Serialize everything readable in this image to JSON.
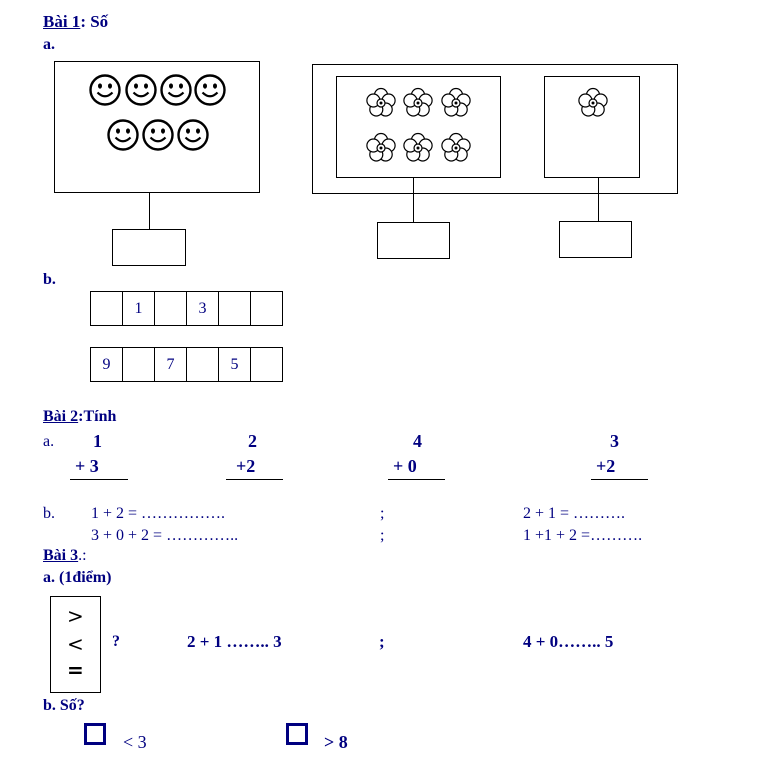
{
  "bai1": {
    "title": "Bài 1",
    "title_suffix": ": Số",
    "part_a": "a.",
    "part_b": "b.",
    "smiley_count": 7,
    "flowers_left_group": 6,
    "flowers_right_group": 1,
    "sequence_rows": [
      [
        "",
        "1",
        "",
        "3",
        "",
        ""
      ],
      [
        "9",
        "",
        "7",
        "",
        "5",
        ""
      ]
    ]
  },
  "bai2": {
    "title": "Bài 2",
    "title_suffix": ":Tính",
    "part_a": "a.",
    "columns": [
      {
        "top": "1",
        "bottom": "+ 3"
      },
      {
        "top": "2",
        "bottom": "+2"
      },
      {
        "top": "4",
        "bottom": "+ 0"
      },
      {
        "top": "3",
        "bottom": "+2"
      }
    ],
    "part_b": "b.",
    "rows": [
      {
        "left": "1 + 2 = …………….",
        "sep": ";",
        "right": "2 + 1 = ………."
      },
      {
        "left": "3 + 0 + 2 = …………..",
        "sep": ";",
        "right": "1 +1 + 2 =………."
      }
    ]
  },
  "bai3": {
    "title": "Bài 3",
    "title_suffix": ".:",
    "part_a": "a. (1điểm)",
    "symbols": [
      ">",
      "<",
      "="
    ],
    "question": "?",
    "expr1": "2 + 1 …….. 3",
    "sep": ";",
    "expr2": "4 + 0…….. 5",
    "part_b": "b. Số?",
    "blank1": "< 3",
    "blank2": "> 8"
  }
}
